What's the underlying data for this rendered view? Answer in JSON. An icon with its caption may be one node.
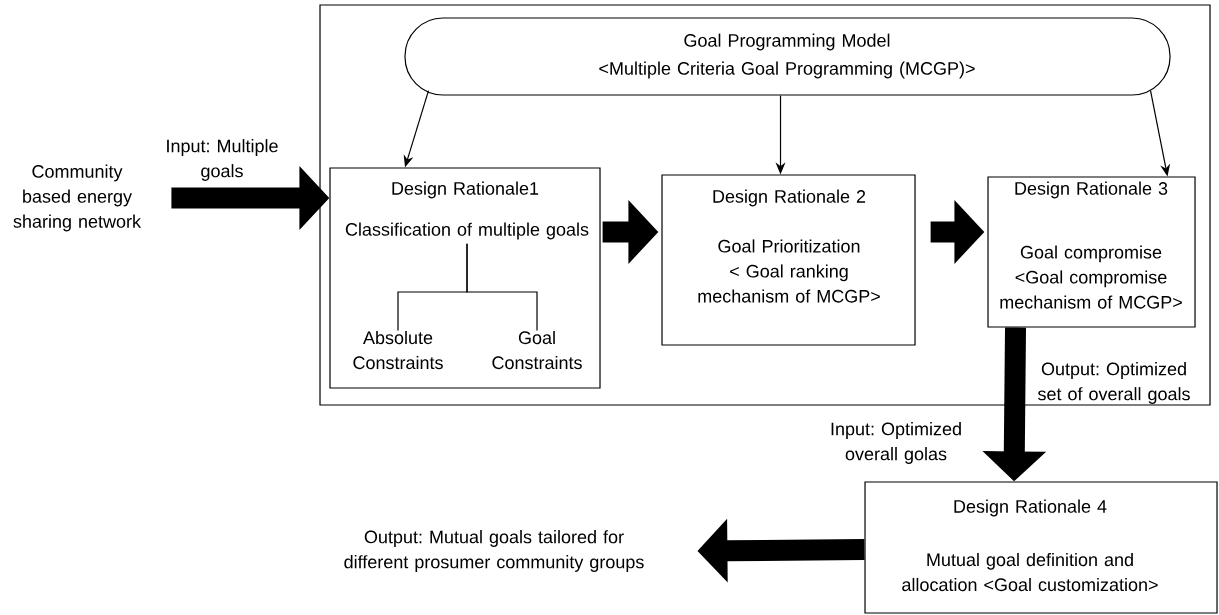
{
  "diagram": {
    "nodes": [
      {
        "text": [],
        "shape": "box"
      },
      {
        "text": [
          "Goal Programming Model",
          "<Multiple Criteria Goal Programming (MCGP)>"
        ],
        "in": 0
      },
      {
        "text": [
          "Design Rationale1"
        ],
        "in": 0
      },
      {
        "text": [
          "Classification of multiple goals"
        ],
        "in": 2
      },
      {
        "text": [
          "Absolute Constraints"
        ],
        "in": 2
      },
      {
        "text": [
          "Goal Constraints"
        ],
        "in": 2
      },
      {
        "text": [
          "Design Rationale 2",
          "Goal Prioritization < Goal ranking mechanism of MCGP>"
        ],
        "in": 0
      },
      {
        "text": [
          "Design Rationale 3",
          "Goal compromise <Goal compromise mechanism of MCGP>"
        ],
        "in": 0
      },
      {
        "text": [
          "Community based energy sharing network"
        ]
      },
      {
        "text": [
          "Design Rationale 4",
          "Mutual goal definition and allocation <Goal customization>"
        ]
      },
      {
        "text": [
          "Output: Mutual goals tailored for different prosumer community groups"
        ]
      }
    ],
    "edges": [
      {
        "from": 1,
        "to": 2,
        "arrow": "to"
      },
      {
        "from": 1,
        "to": 6,
        "arrow": "to"
      },
      {
        "from": 1,
        "to": 7,
        "arrow": "to"
      },
      {
        "from": 8,
        "to": 2,
        "arrow": "to",
        "style": "thick",
        "label": "Input: Multiple goals"
      },
      {
        "from": 2,
        "to": 6,
        "arrow": "to",
        "style": "thick"
      },
      {
        "from": 6,
        "to": 7,
        "arrow": "to",
        "style": "thick"
      },
      {
        "from": 7,
        "to": 9,
        "arrow": "to",
        "style": "thick",
        "label": "Output: Optimized set of overall goals"
      },
      {
        "from": 9,
        "to": 10,
        "arrow": "to",
        "style": "thick"
      },
      {
        "from": 3,
        "to": 4,
        "arrow": "none"
      },
      {
        "from": 3,
        "to": 5,
        "arrow": "none"
      }
    ],
    "labels": [
      "Input: Optimized overall golas"
    ]
  }
}
